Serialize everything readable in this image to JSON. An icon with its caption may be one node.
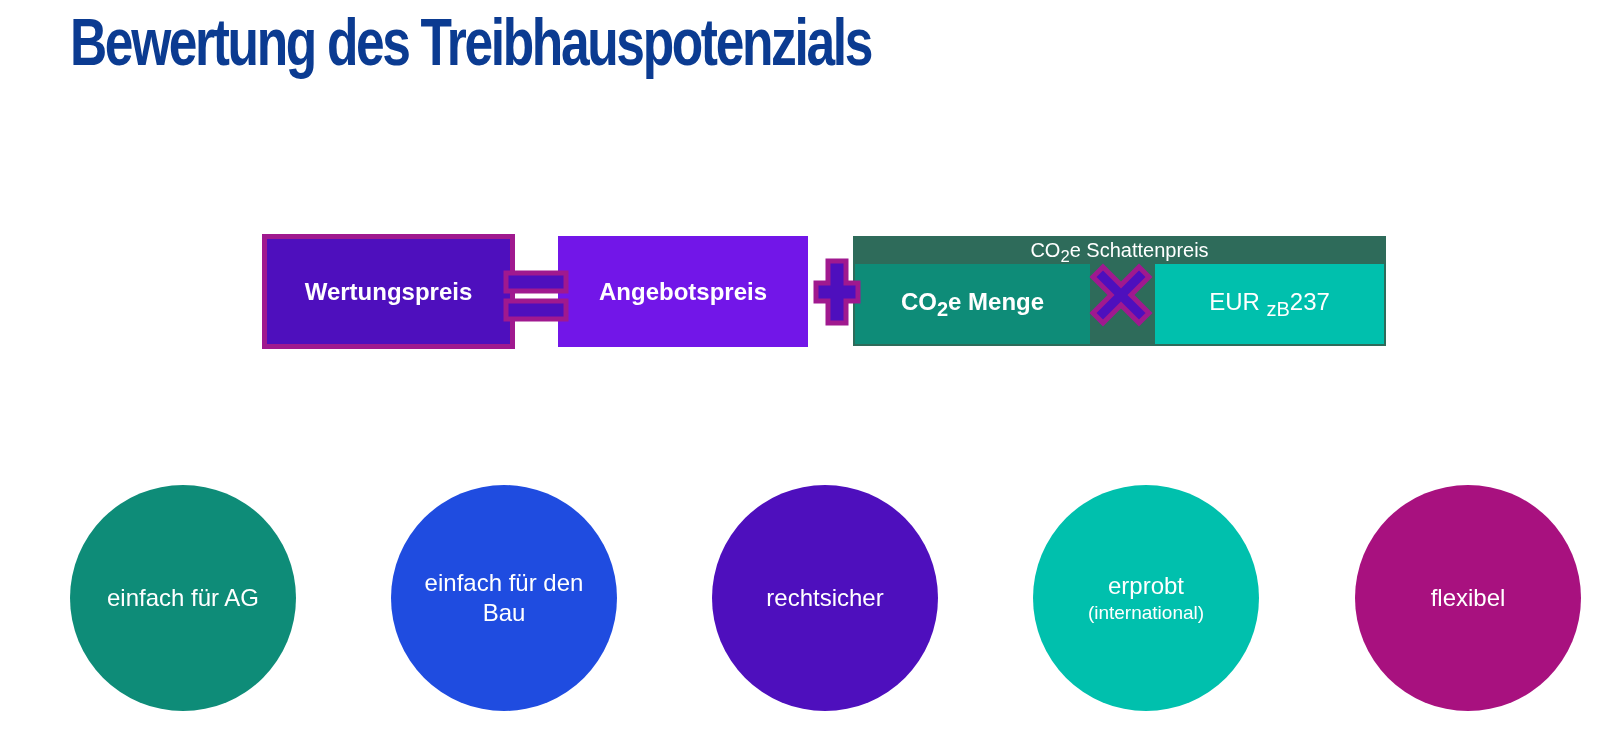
{
  "diagram": {
    "title": "Bewertung des Treibhauspotenzials",
    "nodes": [
      {
        "text": [
          "Wertungspreis"
        ]
      },
      {
        "text": [
          "Angebotspreis"
        ]
      },
      {
        "text": [
          "CO$_{2}$e Schattenpreis"
        ]
      },
      {
        "text": [
          "CO$_{2}$e Menge"
        ],
        "in": 2
      },
      {
        "text": [
          "EUR $_{zB}$237"
        ],
        "in": 2
      },
      {
        "text": [
          "einfach für AG"
        ]
      },
      {
        "text": [
          "einfach für den Bau"
        ]
      },
      {
        "text": [
          "rechtsicher"
        ]
      },
      {
        "text": [
          "erprobt",
          "(international)"
        ]
      },
      {
        "text": [
          "flexibel"
        ]
      }
    ],
    "edges": []
  }
}
